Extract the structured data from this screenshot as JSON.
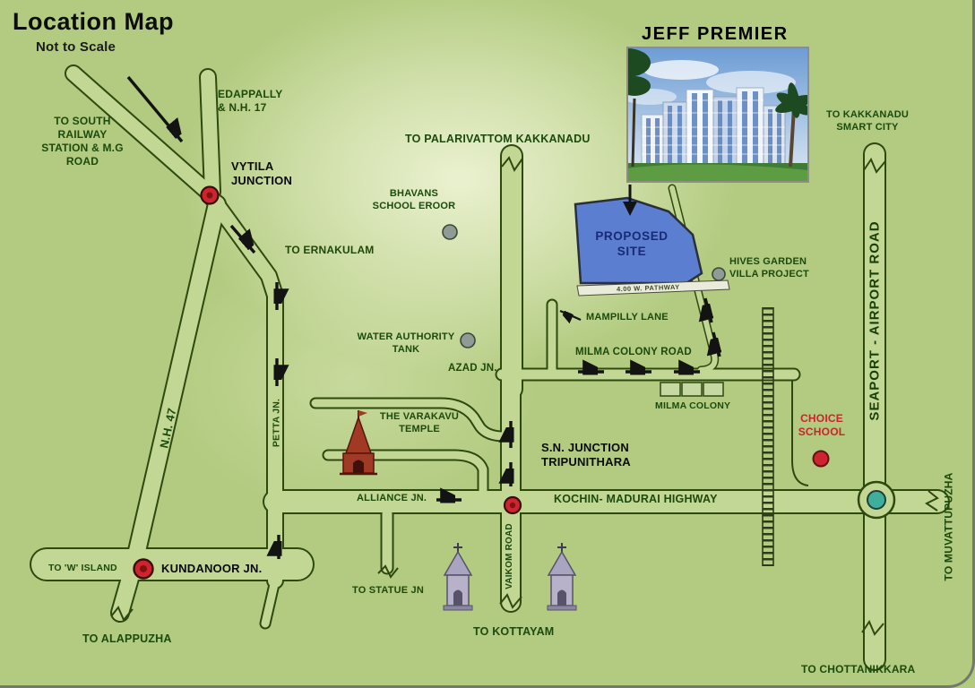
{
  "title": "Location Map",
  "subtitle": "Not to Scale",
  "project_name": "JEFF PREMIER",
  "proposed_site": {
    "label": "PROPOSED SITE",
    "pathway_note": "4.00 W. PATHWAY"
  },
  "labels": {
    "to_south_railway": "TO SOUTH RAILWAY STATION & M.G ROAD",
    "edappally": "EDAPPALLY & N.H. 17",
    "vytila_junction": "VYTILA JUNCTION",
    "to_ernakulam": "TO ERNAKULAM",
    "to_palarivattom": "TO PALARIVATTOM KAKKANADU",
    "bhavans_school": "BHAVANS SCHOOL EROOR",
    "to_kakkanadu": "TO KAKKANADU SMART CITY",
    "hives_garden": "HIVES GARDEN VILLA PROJECT",
    "water_authority": "WATER AUTHORITY TANK",
    "azad_jn": "AZAD JN.",
    "mampilly_lane": "MAMPILLY LANE",
    "milma_colony_road": "MILMA COLONY ROAD",
    "milma_colony": "MILMA COLONY",
    "varakavu_temple": "THE VARAKAVU TEMPLE",
    "petta_jn": "PETTA JN.",
    "nh47": "N.H. 47",
    "sn_junction": "S.N. JUNCTION TRIPUNITHARA",
    "choice_school": "CHOICE SCHOOL",
    "alliance_jn": "ALLIANCE JN.",
    "kochin_highway": "KOCHIN- MADURAI HIGHWAY",
    "seaport_road": "SEAPORT - AIRPORT ROAD",
    "to_muvattupuzha": "TO MUVATTUPUZHA",
    "kundanoor_jn": "KUNDANOOR JN.",
    "to_w_island": "TO 'W' ISLAND",
    "to_statue_jn": "TO STATUE JN",
    "vaikom_road": "VAIKOM ROAD",
    "to_kottayam": "TO KOTTAYAM",
    "to_alappuzha": "TO ALAPPUZHA",
    "to_chottanikkara": "TO CHOTTANIKKARA"
  },
  "colors": {
    "background": "#b2cb80",
    "road_outline": "#2e490f",
    "road_fill": "#c3d795",
    "site_fill": "#5b7ed0",
    "site_text": "#182a75",
    "junction_marker_red": "#cf2430",
    "roundabout_teal": "#3fae9c",
    "label_green": "#1c4a0c",
    "label_black": "#0a0a0a",
    "choice_school_red": "#c9242b"
  }
}
